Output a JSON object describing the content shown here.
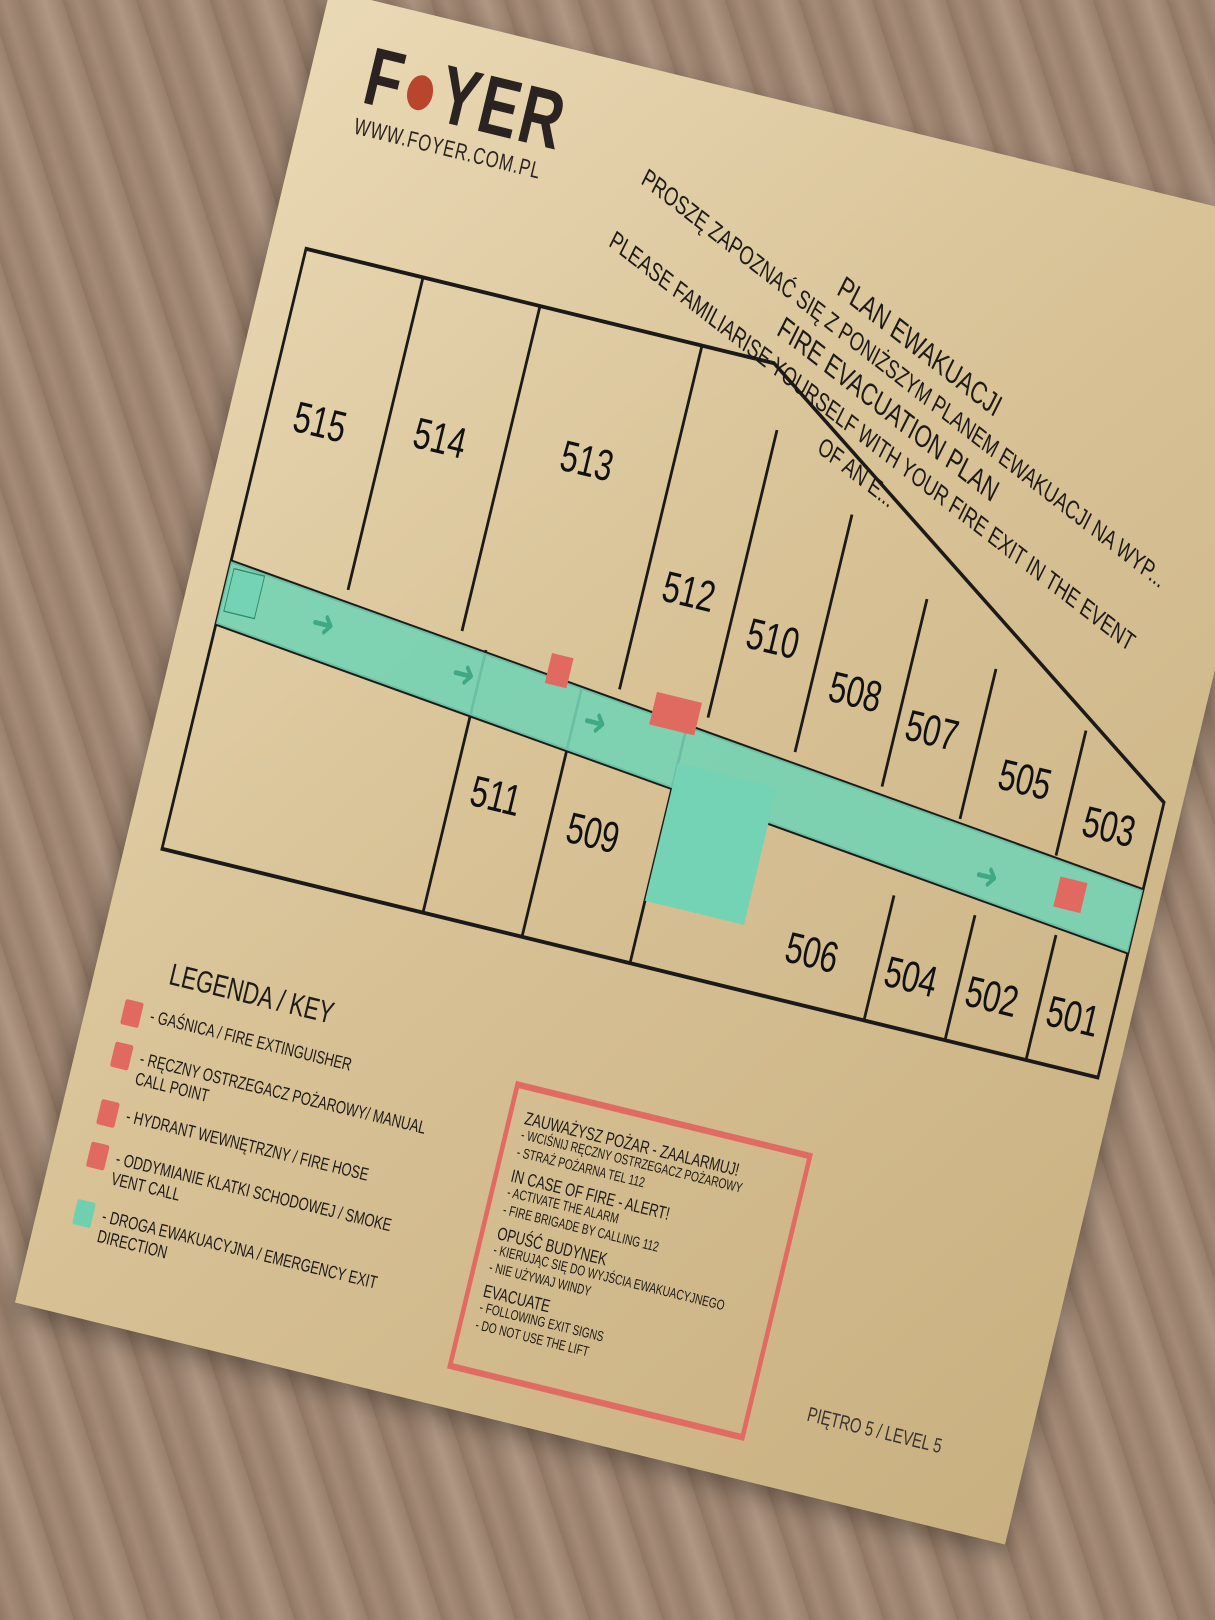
{
  "logo": {
    "brand": "FOYER",
    "url": "WWW.FOYER.COM.PL"
  },
  "titles": {
    "pl_title": "PLAN EWAKUACJI",
    "pl_sub": "PROSZĘ ZAPOZNAĆ SIĘ Z PONIŻSZYM PLANEM EWAKUACJI NA WYP...",
    "en_title": "FIRE EVACUATION PLAN",
    "en_sub": "PLEASE FAMILIARISE YOURSELF WITH YOUR FIRE EXIT IN THE EVENT OF AN E..."
  },
  "rooms": [
    "515",
    "514",
    "513",
    "512",
    "510",
    "508",
    "507",
    "505",
    "503",
    "511",
    "509",
    "506",
    "504",
    "502",
    "501"
  ],
  "legend": {
    "title": "LEGENDA / KEY",
    "items": [
      {
        "text": "- GAŚNICA / FIRE EXTINGUISHER",
        "color": "#e06a60"
      },
      {
        "text": "- RĘCZNY OSTRZEGACZ POŻAROWY/ MANUAL CALL POINT",
        "color": "#e06a60"
      },
      {
        "text": "- HYDRANT WEWNĘTRZNY / FIRE HOSE",
        "color": "#e06a60"
      },
      {
        "text": "- ODDYMIANIE KLATKI SCHODOWEJ / SMOKE VENT CALL",
        "color": "#e06a60"
      },
      {
        "text": "- DROGA EWAKUACYJNA / EMERGENCY EXIT DIRECTION",
        "color": "#6fcfae"
      }
    ]
  },
  "instructions": {
    "h1": "ZAUWAŻYSZ POŻAR - ZAALARMUJ!",
    "l1": "- WCIŚNIJ RĘCZNY OSTRZEGACZ POŻAROWY",
    "l2": "- STRAŻ POŻARNA TEL 112",
    "h2": "IN CASE OF FIRE - ALERT!",
    "l3": "- ACTIVATE THE ALARM",
    "l4": "- FIRE BRIGADE BY CALLING 112",
    "h3": "OPUŚĆ BUDYNEK",
    "l5": "- KIERUJĄC SIĘ DO WYJŚCIA EWAKUACYJNEGO",
    "l6": "- NIE UŻYWAJ WINDY",
    "h4": "EVACUATE",
    "l7": "- FOLLOWING EXIT SIGNS",
    "l8": "- DO NOT USE THE LIFT"
  },
  "level": "PIĘTRO 5 / LEVEL 5",
  "colors": {
    "route": "#74d3b4",
    "alert": "#e06a60",
    "plate": "#d8c296"
  }
}
